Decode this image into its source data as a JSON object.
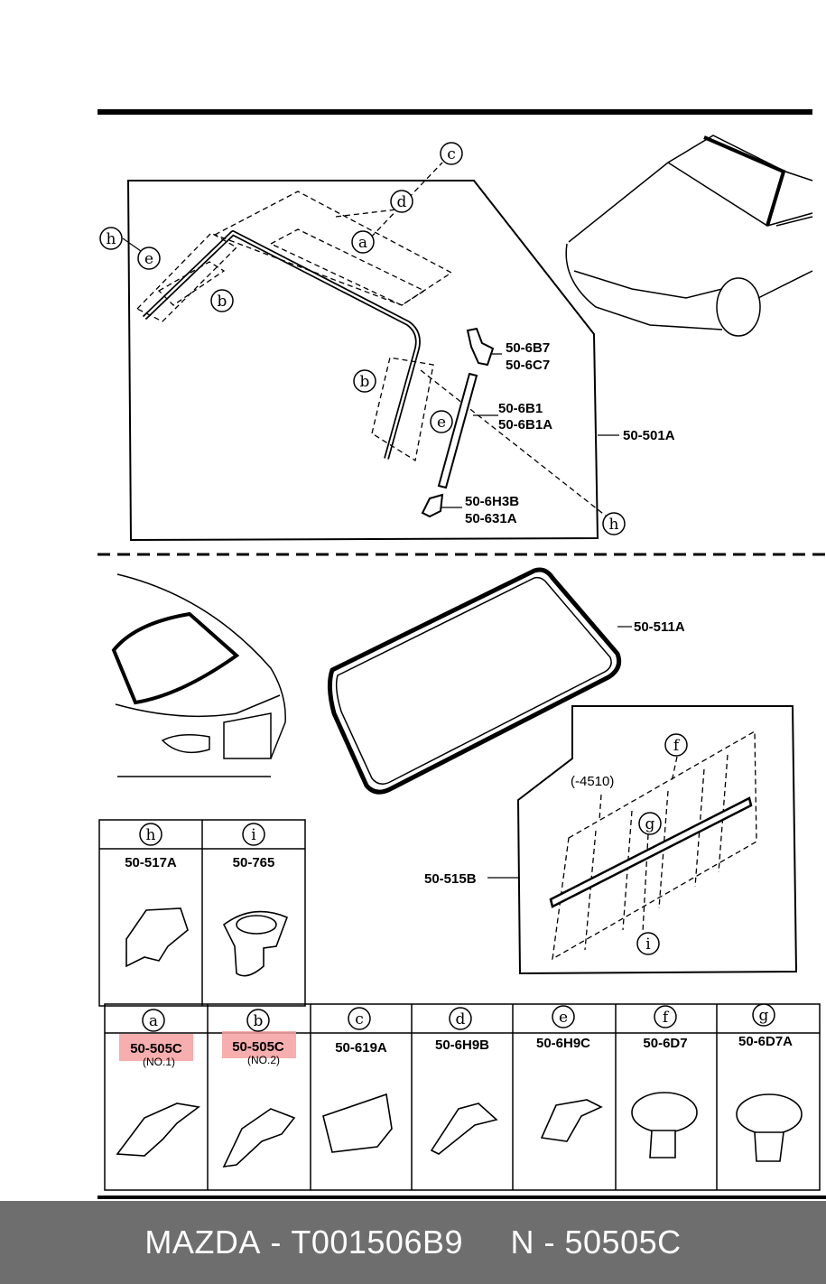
{
  "callouts": {
    "c": "c",
    "d": "d",
    "a": "a",
    "h": "h",
    "e": "e",
    "b": "b",
    "f": "f",
    "g": "g",
    "i": "i"
  },
  "parts_top": {
    "p_6B7": "50-6B7",
    "p_6C7": "50-6C7",
    "p_6B1": "50-6B1",
    "p_6B1A": "50-6B1A",
    "p_501A": "50-501A",
    "p_6H3B": "50-6H3B",
    "p_631A": "50-631A"
  },
  "parts_bottom": {
    "p_511A": "50-511A",
    "p_515B": "50-515B",
    "p_4510": "(-4510)"
  },
  "table_upper": [
    {
      "key": "h",
      "part": "50-517A"
    },
    {
      "key": "i",
      "part": "50-765"
    }
  ],
  "table_lower": [
    {
      "key": "a",
      "part": "50-505C",
      "note": "(NO.1)",
      "highlight": true
    },
    {
      "key": "b",
      "part": "50-505C",
      "note": "(NO.2)",
      "highlight": true
    },
    {
      "key": "c",
      "part": "50-619A"
    },
    {
      "key": "d",
      "part": "50-6H9B"
    },
    {
      "key": "e",
      "part": "50-6H9C"
    },
    {
      "key": "f",
      "part": "50-6D7"
    },
    {
      "key": "g",
      "part": "50-6D7A"
    }
  ],
  "highlight_color": "#f4a0a0",
  "footer": {
    "brand": "MAZDA",
    "code": "T001506B9",
    "number": "50505C"
  }
}
